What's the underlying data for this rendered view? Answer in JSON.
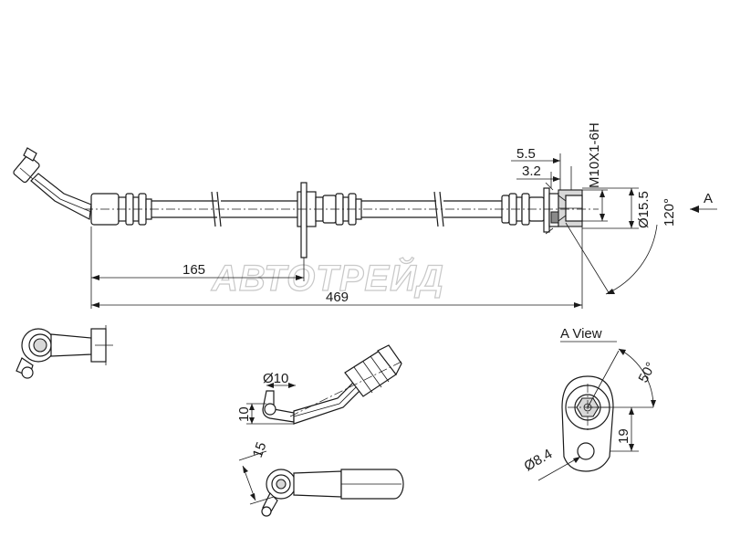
{
  "watermark": "АВТОТРЕЙД",
  "dimensions": {
    "length_165": "165",
    "length_469": "469",
    "thread": "M10X1-6H",
    "d_5_5": "5.5",
    "d_3_2": "3.2",
    "dia_15_5": "Ø15.5",
    "angle_120": "120°",
    "dia_10": "Ø10",
    "h_10": "10",
    "h_15": "15",
    "angle_50": "50°",
    "h_19": "19",
    "dia_8_4": "Ø8.4"
  },
  "view_labels": {
    "a_marker": "A",
    "a_view": "A  View"
  }
}
